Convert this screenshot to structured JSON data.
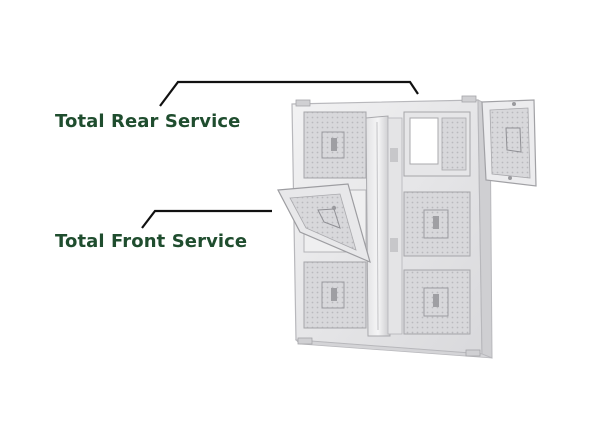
{
  "labels": {
    "rear": "Total Rear Service",
    "front": "Total Front Service"
  },
  "colors": {
    "label": "#1f4d2e",
    "leader": "#111111",
    "frame": "#e9e9ea",
    "frame_edge": "#bdbdc0",
    "panel": "#cfcfd2",
    "panel_dark": "#a9a9ad",
    "mesh": "#dedee1"
  },
  "icons": {
    "product": "led-cabinet-illustration"
  }
}
